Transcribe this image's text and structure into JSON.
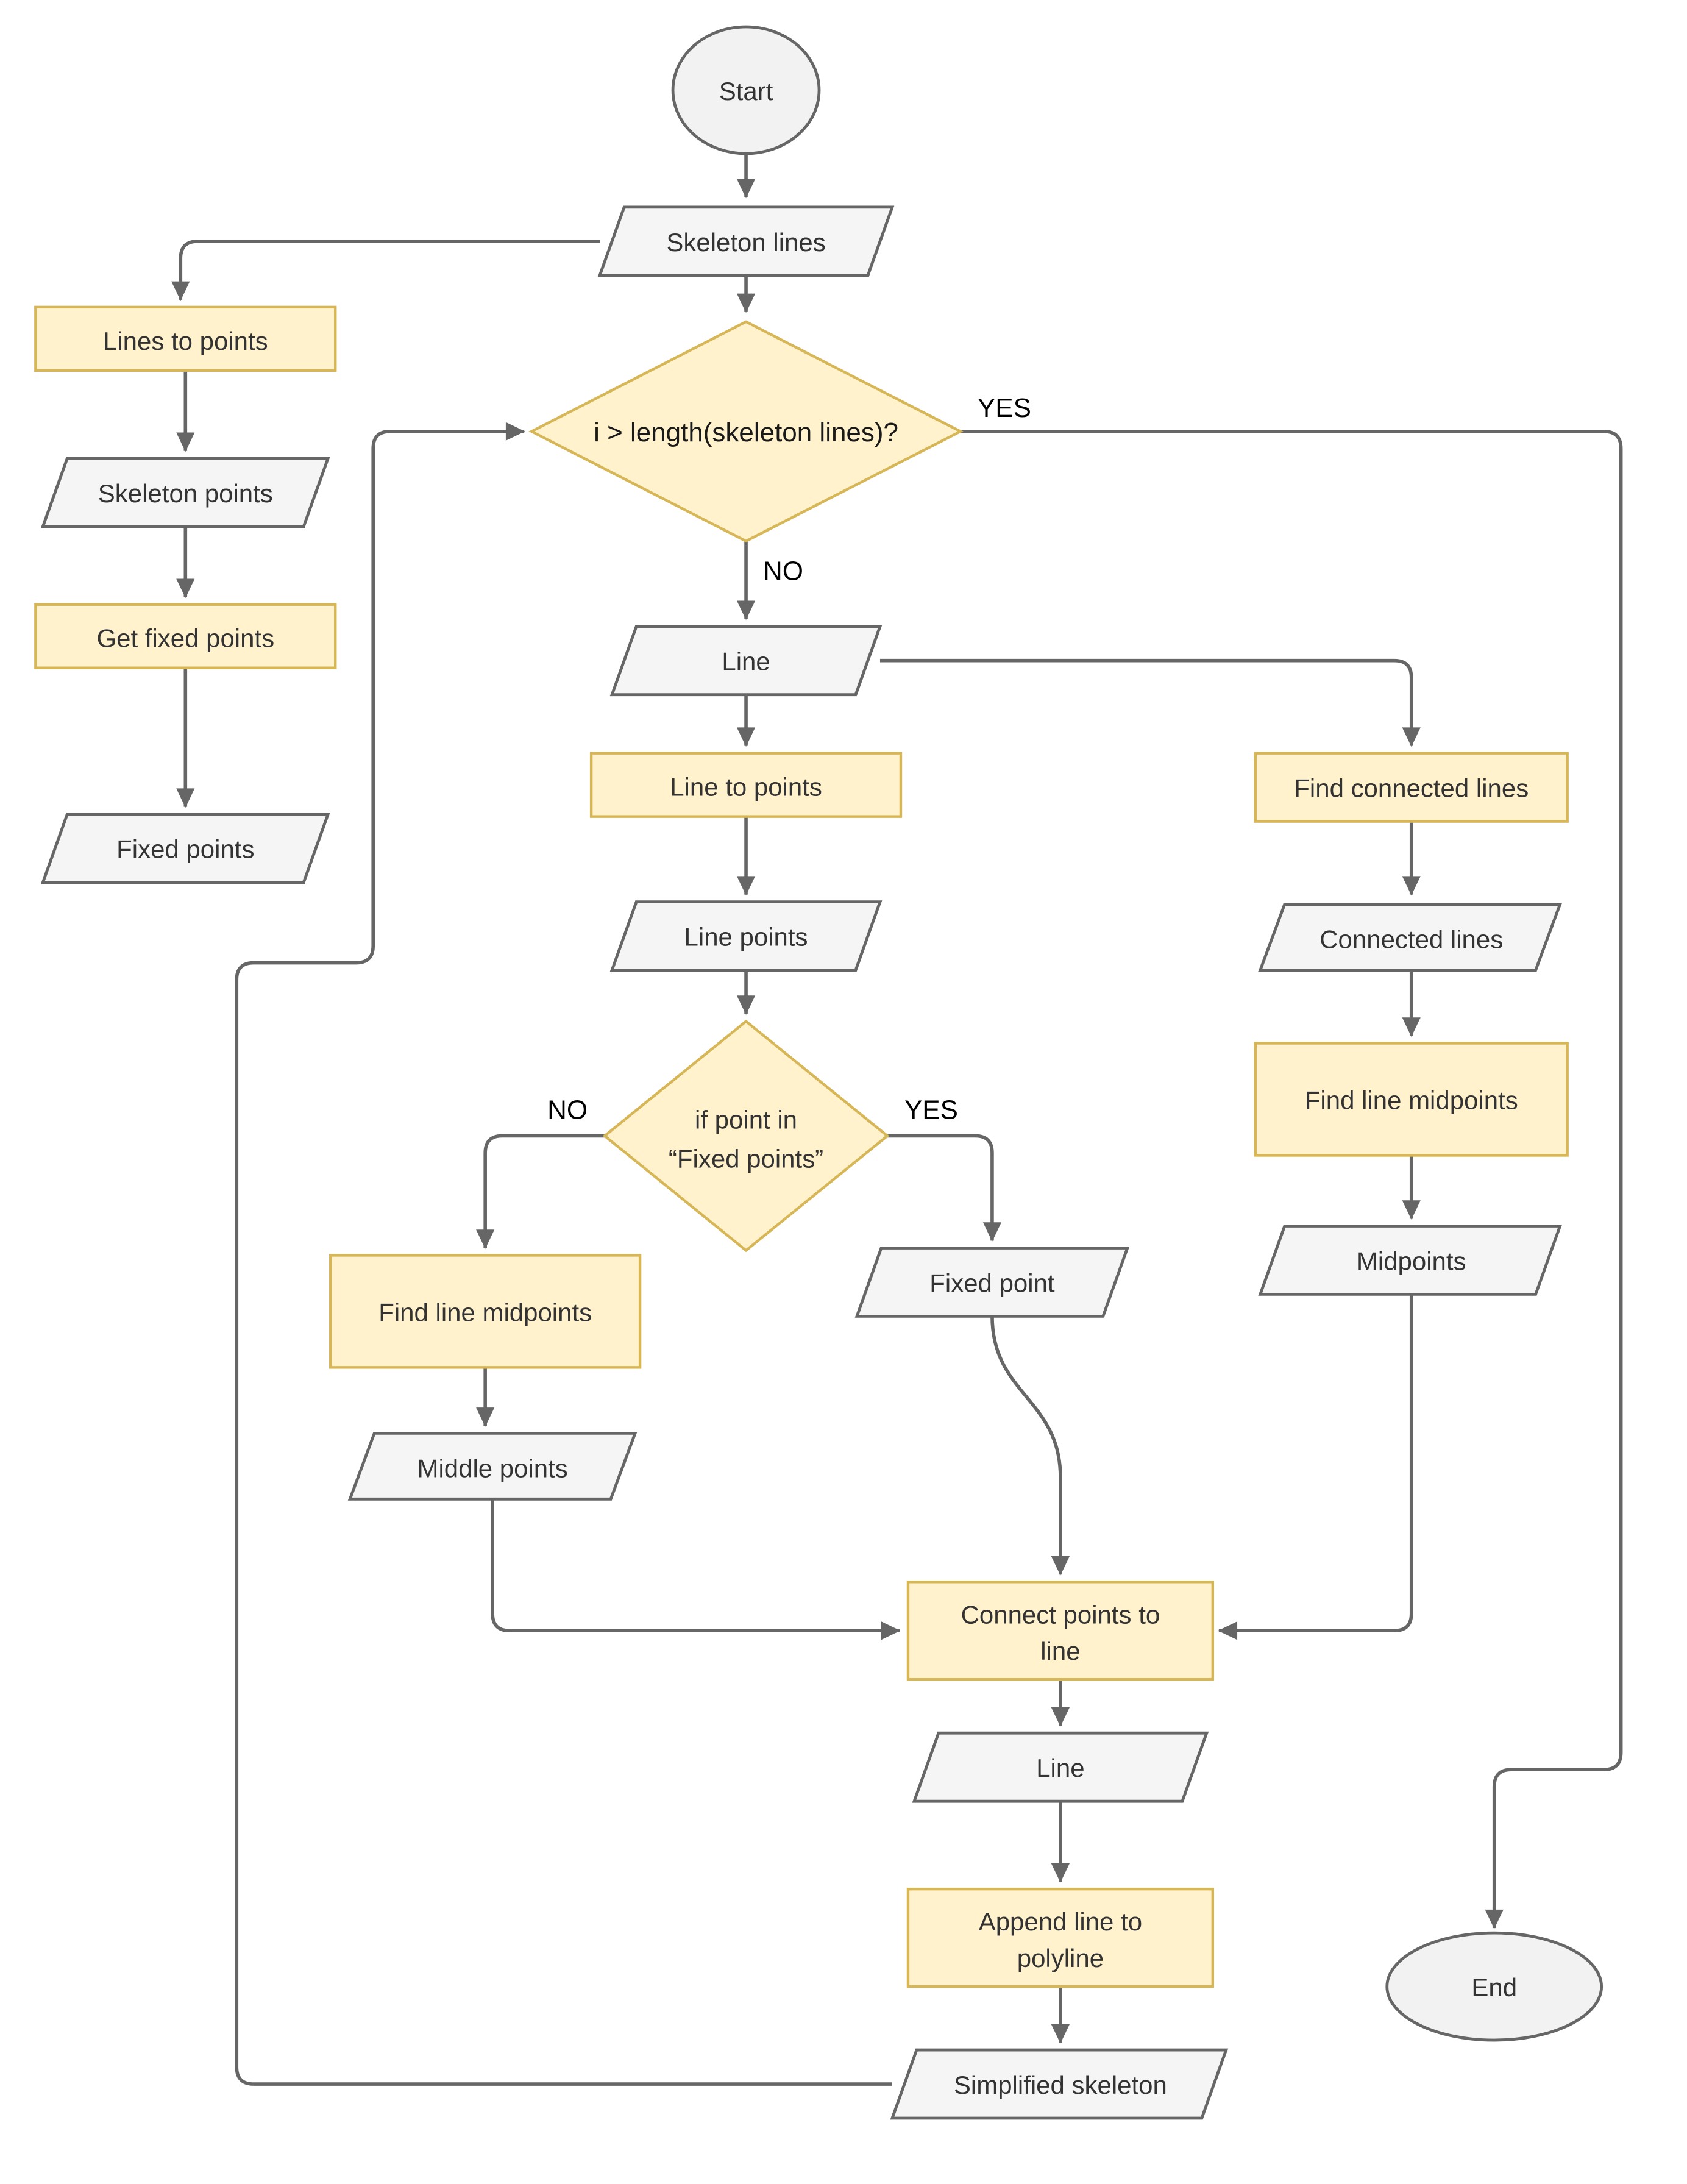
{
  "diagram": {
    "background": "#ffffff",
    "colors": {
      "process_fill": "#fff2cc",
      "process_border": "#d6b656",
      "data_fill": "#f5f5f5",
      "data_border": "#666666",
      "terminator_fill": "#f2f2f2",
      "terminator_border": "#666666",
      "connector": "#666666",
      "node_text": "#333333",
      "label_text": "#000000",
      "background": "#ffffff"
    },
    "nodes": {
      "start": {
        "type": "terminator",
        "label": "Start"
      },
      "skeleton_lines": {
        "type": "data",
        "label": "Skeleton lines"
      },
      "loop_decision": {
        "type": "decision",
        "label": "i > length(skeleton lines)?"
      },
      "lines_to_points": {
        "type": "process",
        "label": "Lines to points"
      },
      "skeleton_points": {
        "type": "data",
        "label": "Skeleton points"
      },
      "get_fixed_points": {
        "type": "process",
        "label": "Get fixed points"
      },
      "fixed_points": {
        "type": "data",
        "label": "Fixed points"
      },
      "line_in": {
        "type": "data",
        "label": "Line"
      },
      "line_to_points": {
        "type": "process",
        "label": "Line to points"
      },
      "line_points": {
        "type": "data",
        "label": "Line points"
      },
      "point_decision": {
        "type": "decision",
        "label_line1": "if point in",
        "label_line2": "“Fixed points”"
      },
      "find_line_midpoints_left": {
        "type": "process",
        "label": "Find line midpoints"
      },
      "middle_points": {
        "type": "data",
        "label": "Middle points"
      },
      "fixed_point": {
        "type": "data",
        "label": "Fixed point"
      },
      "find_connected_lines": {
        "type": "process",
        "label": "Find connected lines"
      },
      "connected_lines": {
        "type": "data",
        "label": "Connected lines"
      },
      "find_line_midpoints_right": {
        "type": "process",
        "label": "Find line midpoints"
      },
      "midpoints": {
        "type": "data",
        "label": "Midpoints"
      },
      "connect_points_to_line": {
        "type": "process",
        "label_line1": "Connect points to",
        "label_line2": "line"
      },
      "line_out": {
        "type": "data",
        "label": "Line"
      },
      "append_line_to_polyline": {
        "type": "process",
        "label_line1": "Append line to",
        "label_line2": "polyline"
      },
      "simplified_skeleton": {
        "type": "data",
        "label": "Simplified skeleton"
      },
      "end": {
        "type": "terminator",
        "label": "End"
      }
    },
    "edge_labels": {
      "loop_yes": "YES",
      "loop_no": "NO",
      "point_no": "NO",
      "point_yes": "YES"
    }
  }
}
